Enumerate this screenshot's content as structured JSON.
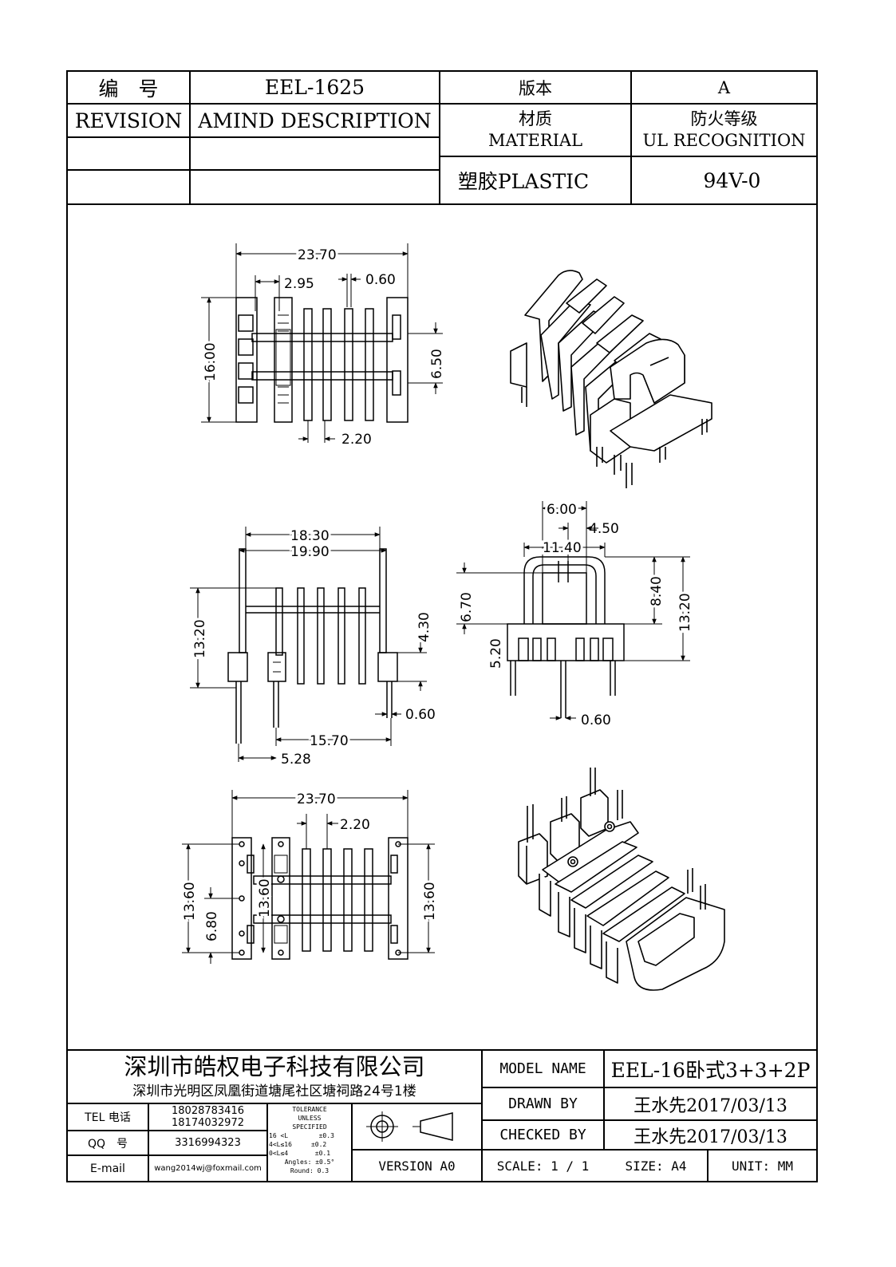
{
  "header": {
    "number_label": "编　号",
    "number_value": "EEL-1625",
    "version_label": "版本",
    "version_value": "A",
    "revision_label": "REVISION",
    "amind_label": "AMIND DESCRIPTION",
    "material_cn": "材质",
    "material_en": "MATERIAL",
    "fire_cn": "防火等级",
    "fire_en": "UL RECOGNITION",
    "material_value": "塑胶PLASTIC",
    "fire_value": "94V-0"
  },
  "dimensions": {
    "top_width": "23.70",
    "top_pitch": "2.95",
    "top_pin": "0.60",
    "top_height": "16.00",
    "top_gap": "6.50",
    "top_slot": "2.20",
    "side_inner": "18.30",
    "side_outer": "19.90",
    "side_height": "13.20",
    "side_step": "4.30",
    "side_pin": "0.60",
    "side_span": "15.70",
    "side_offset": "5.28",
    "end_top": "6.00",
    "end_window": "4.50",
    "end_width": "11.40",
    "end_h1": "6.70",
    "end_h2": "8.40",
    "end_height": "13.20",
    "end_base": "5.20",
    "end_pin": "0.60",
    "bot_width": "23.70",
    "bot_slot": "2.20",
    "bot_height_l": "13.60",
    "bot_half": "6.80",
    "bot_inner": "13.60",
    "bot_height_r": "13.60"
  },
  "footer": {
    "company": "深圳市皓权电子科技有限公司",
    "address": "深圳市光明区凤凰街道塘尾社区塘祠路24号1楼",
    "tel_label": "TEL 电话",
    "tel_1": "18028783416",
    "tel_2": "18174032972",
    "qq_label": "QQ　号",
    "qq_value": "3316994323",
    "email_label": "E-mail",
    "email_value": "wang2014wj@foxmail.com",
    "tolerance": [
      "TOLERANCE",
      "UNLESS",
      "SPECIFIED",
      "16 <L        ±0.3",
      "4<L≤16     ±0.2",
      "0<L≤4       ±0.1",
      "Angles: ±0.5°",
      "Round: 0.3"
    ],
    "version_box": "VERSION A0",
    "model_label": "MODEL NAME",
    "model_value": "EEL-16卧式3+3+2P",
    "drawn_label": "DRAWN BY",
    "drawn_value": "王水先2017/03/13",
    "checked_label": "CHECKED BY",
    "checked_value": "王水先2017/03/13",
    "scale_value": "SCALE: 1 / 1",
    "size_value": "SIZE: A4",
    "unit_value": "UNIT: MM"
  }
}
